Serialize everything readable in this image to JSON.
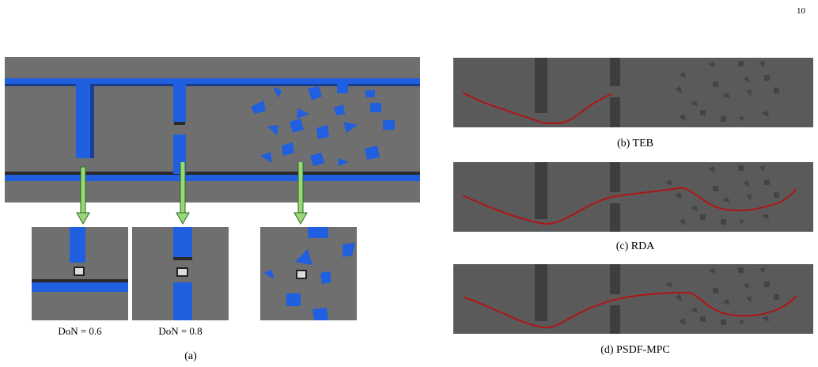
{
  "page": {
    "number": "10"
  },
  "figure": {
    "caption_a": "(a)",
    "caption_b": "(b) TEB",
    "caption_c": "(c) RDA",
    "caption_d": "(d) PSDF-MPC",
    "don_left": "DoN = 0.6",
    "don_mid": "DoN = 0.8"
  },
  "colors": {
    "floor": "#6e6e6e",
    "obstacle_blue": "#1f5fe0",
    "arrow_green": "#9bd77a",
    "trajectory_red": "#b01515",
    "dark_panel": "#555555"
  }
}
